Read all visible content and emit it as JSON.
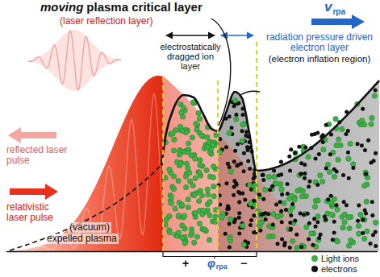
{
  "diagram": {
    "labels": [
      "moving",
      "plasma critical layer",
      "(laser reflection layer)",
      "v",
      "rpa",
      "electrostatically dragged ion layer",
      "radiation pressure driven electron layer",
      "(electron inflation region)",
      "reflected laser pulse",
      "relativistic laser pulse",
      "(vacuum)",
      "expelled plasma",
      "+",
      "φ",
      "rpa",
      "−"
    ],
    "legend": [
      {
        "text": "Light ions",
        "color": "#3cb043"
      },
      {
        "text": "electrons",
        "color": "#111111"
      }
    ]
  }
}
